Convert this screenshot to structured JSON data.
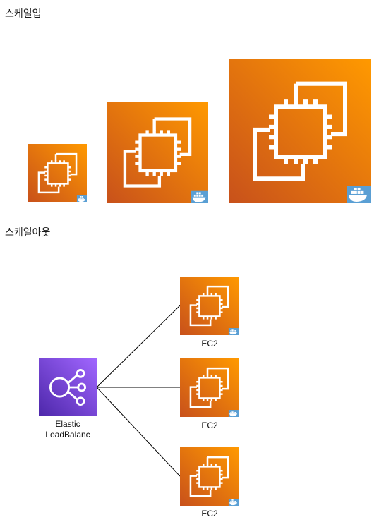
{
  "sections": {
    "scale_up": "스케일업",
    "scale_out": "스케일아웃"
  },
  "icons": {
    "ec2": "ec2-instance-icon",
    "docker": "docker-whale-badge-icon",
    "elb": "elastic-load-balancer-icon"
  },
  "colors": {
    "ec2_gradient_start": "#c8511b",
    "ec2_gradient_end": "#ff9900",
    "elb_gradient_start": "#4d27aa",
    "elb_gradient_end": "#a166ff",
    "docker_badge": "#5a9fd4",
    "connector": "#000000"
  },
  "scale_out": {
    "load_balancer_label": "Elastic\nLoadBalanc",
    "instances": [
      {
        "label": "EC2"
      },
      {
        "label": "EC2"
      },
      {
        "label": "EC2"
      }
    ]
  }
}
